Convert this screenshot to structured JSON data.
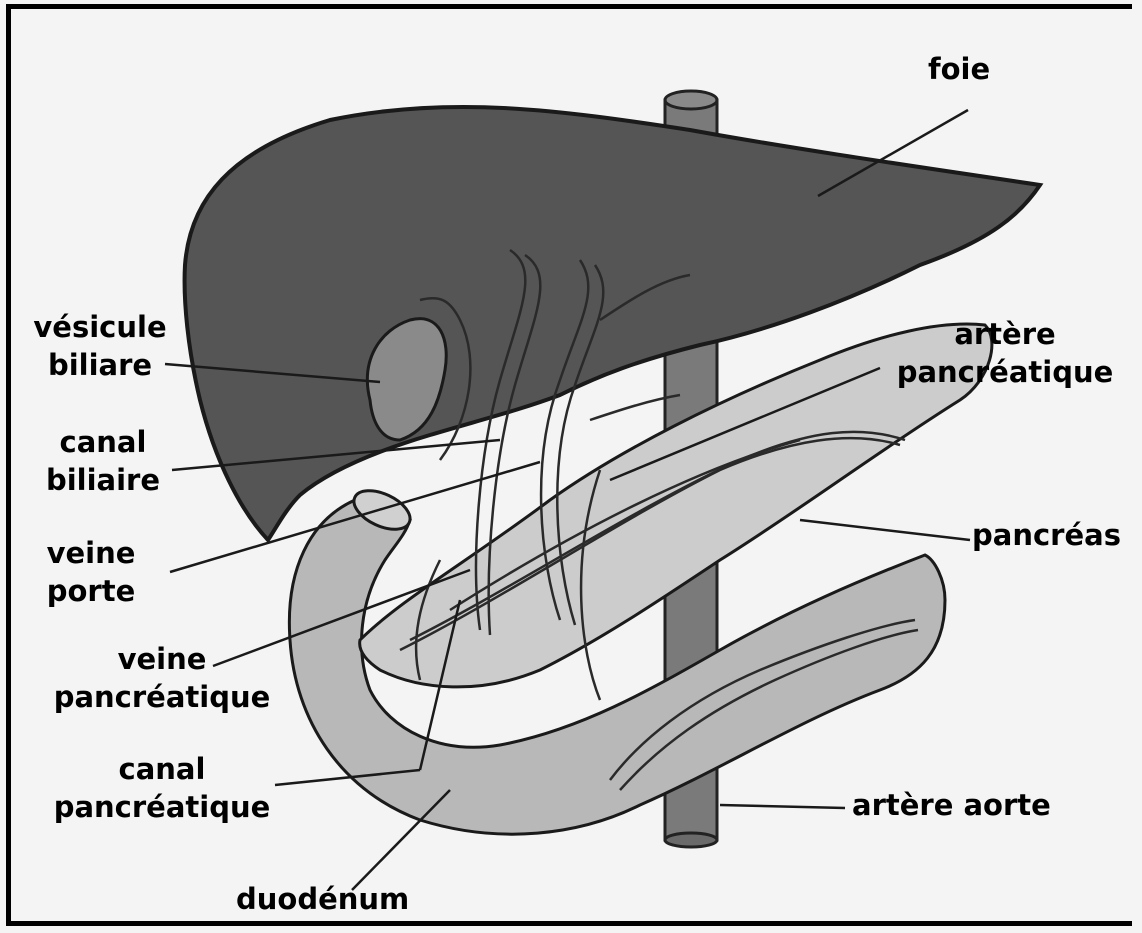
{
  "labels": {
    "foie": "foie",
    "vesicule_1": "vésicule",
    "vesicule_2": "biliare",
    "canal_biliaire_1": "canal",
    "canal_biliaire_2": "biliaire",
    "veine_porte_1": "veine",
    "veine_porte_2": "porte",
    "veine_pancreatique_1": "veine",
    "veine_pancreatique_2": "pancréatique",
    "canal_pancreatique_1": "canal",
    "canal_pancreatique_2": "pancréatique",
    "duodenum": "duodénum",
    "artere_pancreatique_1": "artère",
    "artere_pancreatique_2": "pancréatique",
    "pancreas": "pancréas",
    "artere_aorte": "artère aorte"
  }
}
